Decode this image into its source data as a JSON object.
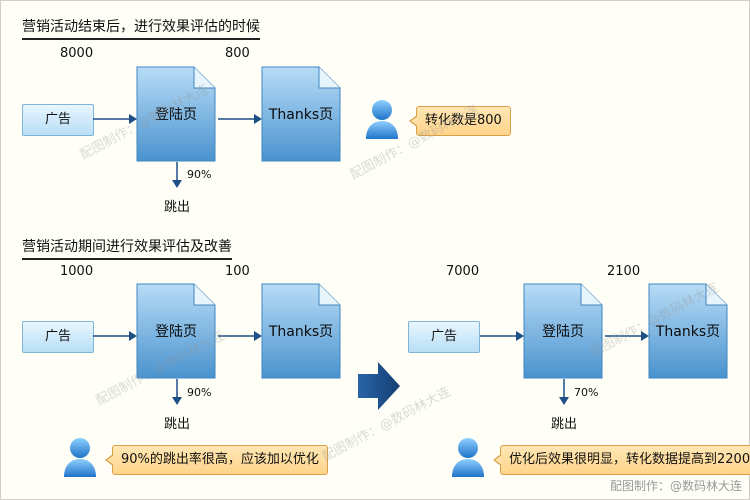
{
  "top": {
    "title": "营销活动结束后，进行效果评估的时候",
    "visits": "8000",
    "conversions": "800",
    "ad_label": "广告",
    "landing_label": "登陆页",
    "thanks_label": "Thanks页",
    "bounce_pct": "90%",
    "exit_label": "跳出",
    "callout": "转化数是800"
  },
  "bottom": {
    "title": "营销活动期间进行效果评估及改善",
    "before": {
      "visits": "1000",
      "conversions": "100",
      "ad_label": "广告",
      "landing_label": "登陆页",
      "thanks_label": "Thanks页",
      "bounce_pct": "90%",
      "exit_label": "跳出",
      "callout": "90%的跳出率很高，应该加以优化"
    },
    "after": {
      "visits": "7000",
      "conversions": "2100",
      "ad_label": "广告",
      "landing_label": "登陆页",
      "thanks_label": "Thanks页",
      "bounce_pct": "70%",
      "exit_label": "跳出",
      "callout": "优化后效果很明显，转化数据提高到2200"
    }
  },
  "watermark": "配图制作：@数码林大连",
  "footer": "配图制作：@数码林大连",
  "colors": {
    "doc_top": "#a9d4f2",
    "doc_bottom": "#4a93cf",
    "arrow": "#1d4f86",
    "callout": "#ffd48a"
  }
}
